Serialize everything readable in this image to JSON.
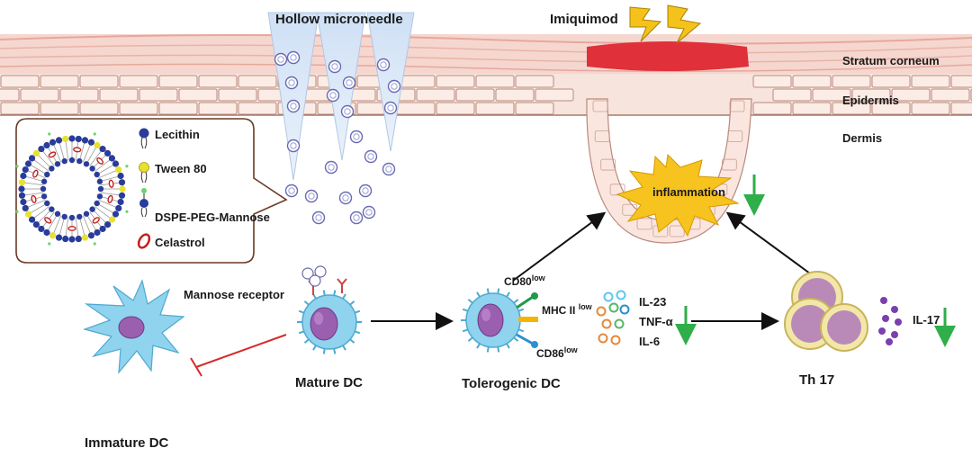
{
  "labels": {
    "hollow_microneedle": "Hollow microneedle",
    "imiquimod": "Imiquimod",
    "stratum_corneum": "Stratum corneum",
    "epidermis": "Epidermis",
    "dermis": "Dermis",
    "inflammation": "inflammation",
    "mannose_receptor": "Mannose receptor",
    "mature_dc": "Mature DC",
    "immature_dc": "Immature DC",
    "tolerogenic_dc": "Tolerogenic DC",
    "th17": "Th 17",
    "il17": "IL-17"
  },
  "markers": {
    "cd80": {
      "name": "CD80",
      "level": "low"
    },
    "mhc2": {
      "name": "MHC II",
      "level": "low"
    },
    "cd86": {
      "name": "CD86",
      "level": "low"
    }
  },
  "cytokines": [
    "IL-23",
    "TNF-α",
    "IL-6"
  ],
  "legend": {
    "items": [
      {
        "label": "Lecithin",
        "icon": "lecithin-icon"
      },
      {
        "label": "Tween 80",
        "icon": "tween80-icon"
      },
      {
        "label": "DSPE-PEG-Mannose",
        "icon": "dspe-peg-mannose-icon"
      },
      {
        "label": "Celastrol",
        "icon": "celastrol-icon"
      }
    ]
  },
  "colors": {
    "skin_pink": "#f3c9c0",
    "plaque_red": "#e0303a",
    "lightning": "#f4c21b",
    "burst": "#f7c31f",
    "down_arrow": "#2fae4a",
    "inhibit": "#d62a2a",
    "dc_blue": "#8fd3ef",
    "nucleus": "#9b5fb0",
    "th17_yellow": "#f2e7a8",
    "th17_purple": "#b98ab8"
  }
}
